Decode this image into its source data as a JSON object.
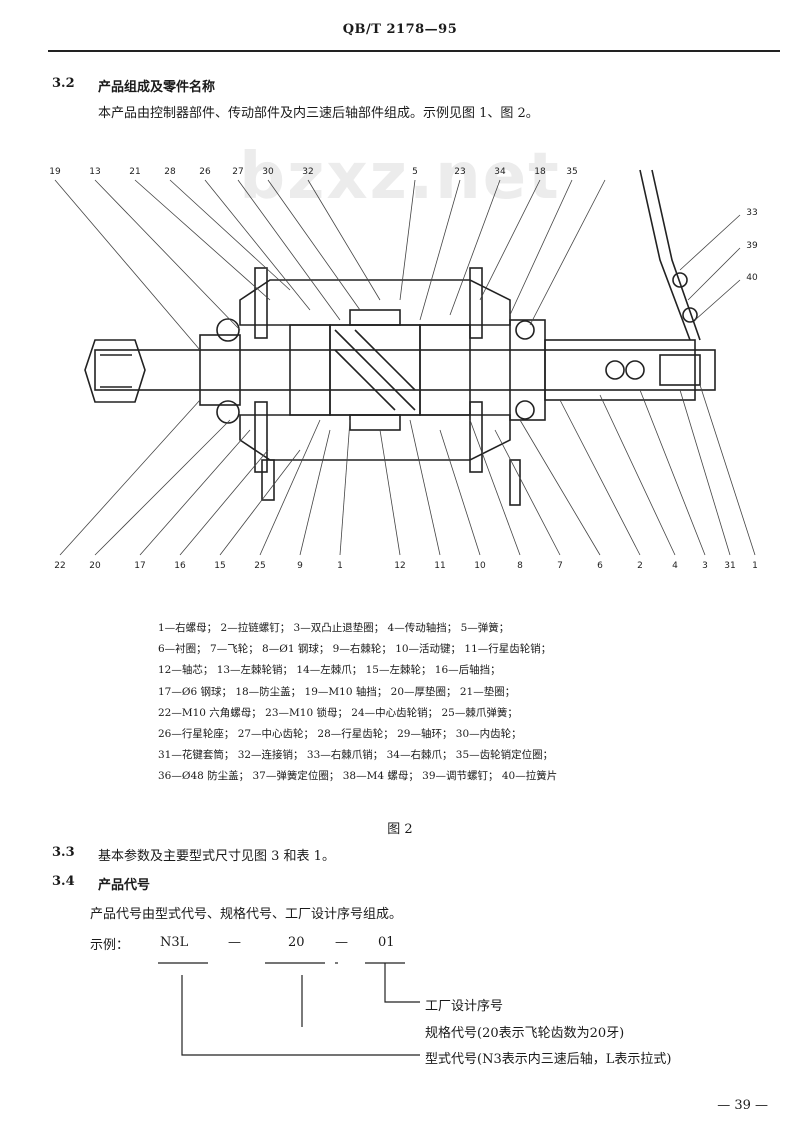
{
  "header": "QB/T 2178—95",
  "watermark": "bzxz.net",
  "sec32": {
    "num": "3.2",
    "title": "产品组成及零件名称",
    "body": "本产品由控制器部件、传动部件及内三速后轴部件组成。示例见图 1、图 2。"
  },
  "legend": [
    "1—右螺母；  2—拉链螺钉；  3—双凸止退垫圈；  4—传动轴挡；  5—弹簧；",
    "6—衬圈；  7—飞轮；  8—Ø1 钢球；  9—右棘轮；  10—活动键；  11—行星齿轮销；",
    "12—轴芯；  13—左棘轮销；  14—左棘爪；  15—左棘轮；  16—后轴挡；",
    "17—Ø6 钢球；  18—防尘盖；  19—M10 轴挡；  20—厚垫圈；  21—垫圈；",
    "22—M10 六角螺母；  23—M10 锁母；  24—中心齿轮销；  25—棘爪弹簧；",
    "26—行星轮座；  27—中心齿轮；  28—行星齿轮；  29—轴环；  30—内齿轮；",
    "31—花键套筒；  32—连接销；  33—右棘爪销；  34—右棘爪；  35—齿轮销定位圈；",
    "36—Ø48 防尘盖；  37—弹簧定位圈；  38—M4 螺母；  39—调节螺钉；  40—拉簧片"
  ],
  "figure_caption": "图   2",
  "sec33": {
    "num": "3.3",
    "text": "基本参数及主要型式尺寸见图 3 和表 1。"
  },
  "sec34": {
    "num": "3.4",
    "title": "产品代号",
    "body": "产品代号由型式代号、规格代号、工厂设计序号组成。"
  },
  "example": {
    "label": "示例：",
    "code1": "N3L",
    "dash1": "—",
    "code2": "20",
    "dash2": "—",
    "code3": "01",
    "desc3": "工厂设计序号",
    "desc2": "规格代号(20表示飞轮齿数为20牙)",
    "desc1": "型式代号(N3表示内三速后轴，L表示拉式)"
  },
  "page_number": "— 39 —",
  "drawing_labels": {
    "top": [
      "19",
      "13",
      "21",
      "28",
      "26",
      "27",
      "30",
      "32",
      "5",
      "23",
      "34",
      "18",
      "35"
    ],
    "bottom": [
      "22",
      "20",
      "17",
      "16",
      "15",
      "25",
      "9",
      "1",
      "12",
      "11",
      "10",
      "8",
      "7",
      "6",
      "2",
      "4",
      "3",
      "31",
      "1"
    ],
    "right": [
      "33",
      "39",
      "40"
    ]
  }
}
